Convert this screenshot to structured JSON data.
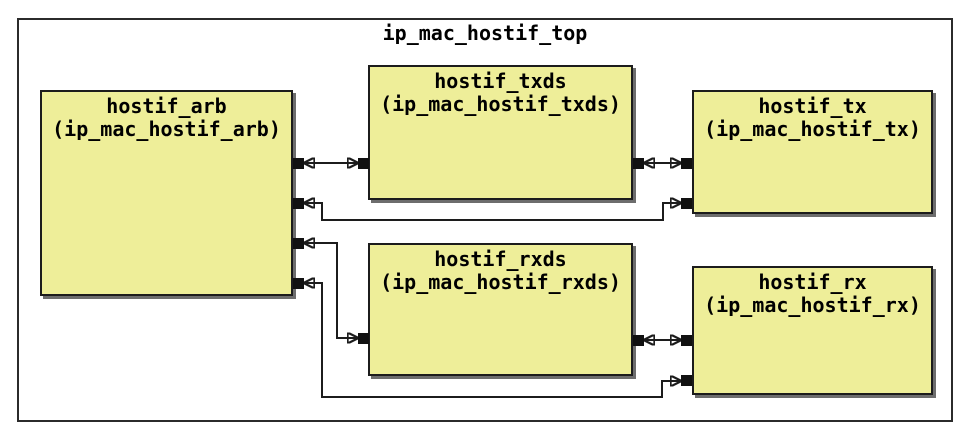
{
  "diagram": {
    "title": "ip_mac_hostif_top",
    "modules": [
      {
        "name": "hostif_arb",
        "instance": "(ip_mac_hostif_arb)"
      },
      {
        "name": "hostif_txds",
        "instance": "(ip_mac_hostif_txds)"
      },
      {
        "name": "hostif_tx",
        "instance": "(ip_mac_hostif_tx)"
      },
      {
        "name": "hostif_rxds",
        "instance": "(ip_mac_hostif_rxds)"
      },
      {
        "name": "hostif_rx",
        "instance": "(ip_mac_hostif_rx)"
      }
    ],
    "connections": [
      {
        "from": "hostif_arb",
        "to": "hostif_txds",
        "style": "bidirectional"
      },
      {
        "from": "hostif_arb",
        "to": "hostif_tx",
        "style": "bidirectional"
      },
      {
        "from": "hostif_arb",
        "to": "hostif_rxds",
        "style": "bidirectional"
      },
      {
        "from": "hostif_arb",
        "to": "hostif_rx",
        "style": "bidirectional"
      },
      {
        "from": "hostif_txds",
        "to": "hostif_tx",
        "style": "bidirectional"
      },
      {
        "from": "hostif_rxds",
        "to": "hostif_rx",
        "style": "bidirectional"
      }
    ],
    "colors": {
      "module_fill": "#eeee99",
      "module_border": "#1c1c1c",
      "module_shadow": "#6d6d6d",
      "outer_border": "#2b2b2b",
      "wire": "#1c1c1c",
      "terminal": "#111111",
      "background": "#ffffff",
      "text": "#000000"
    }
  }
}
